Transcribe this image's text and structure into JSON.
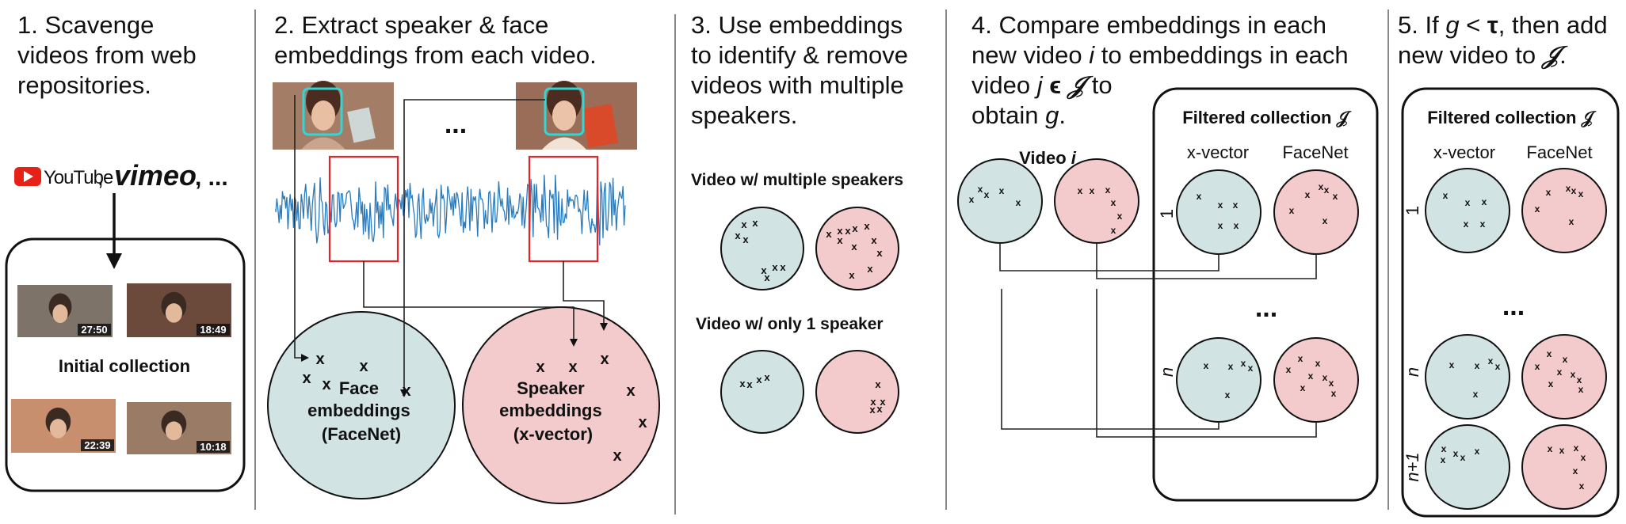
{
  "steps": [
    {
      "id": 1,
      "lines": [
        "1. Scavenge",
        "videos from web",
        "repositories."
      ]
    },
    {
      "id": 2,
      "lines": [
        "2. Extract speaker & face",
        "embeddings from each video."
      ]
    },
    {
      "id": 3,
      "lines": [
        "3. Use embeddings",
        "to identify & remove",
        "videos with multiple",
        "speakers."
      ]
    },
    {
      "id": 4,
      "lines": [
        "4. Compare embeddings in each",
        "new video i to embeddings in each",
        "video j ϵ 𝒥 to",
        "obtain g."
      ]
    },
    {
      "id": 5,
      "lines": [
        "5. If g < τ, then add",
        "new video to 𝒥."
      ]
    }
  ],
  "panel1": {
    "youtube_text": "YouTube",
    "vimeo_text": "vimeo",
    "sources_suffix": ", ...",
    "collection_label": "Initial collection",
    "thumbnails": [
      {
        "duration": "27:50",
        "color": "#7d7368"
      },
      {
        "duration": "18:49",
        "color": "#6b4a3c"
      },
      {
        "duration": "22:39",
        "color": "#c88f6f"
      },
      {
        "duration": "10:18",
        "color": "#9a7b66"
      }
    ]
  },
  "panel2": {
    "ellipsis": "...",
    "face_label": [
      "Face",
      "embeddings",
      "(FaceNet)"
    ],
    "speaker_label": [
      "Speaker",
      "embeddings",
      "(x-vector)"
    ]
  },
  "panel3": {
    "multi_label": "Video w/ multiple speakers",
    "single_label": "Video w/ only 1 speaker"
  },
  "panel4": {
    "video_i_label": "Video i",
    "collection_title": "Filtered collection 𝒥",
    "col_xvector": "x-vector",
    "col_facenet": "FaceNet",
    "row_first": "1",
    "row_last": "n",
    "ellipsis": "..."
  },
  "panel5": {
    "collection_title": "Filtered collection 𝒥",
    "col_xvector": "x-vector",
    "col_facenet": "FaceNet",
    "row_first": "1",
    "row_mid": "n",
    "row_new": "n+1",
    "ellipsis": "..."
  },
  "colors": {
    "teal_fill": "#d2e3e4",
    "pink_fill": "#f4cbcc",
    "waveform": "#2a7bbd",
    "face_box": "#33d6d6",
    "segment_box": "#e0262a",
    "youtube_red": "#e62117"
  },
  "icons": {
    "youtube": "youtube-logo",
    "vimeo": "vimeo-logo"
  }
}
